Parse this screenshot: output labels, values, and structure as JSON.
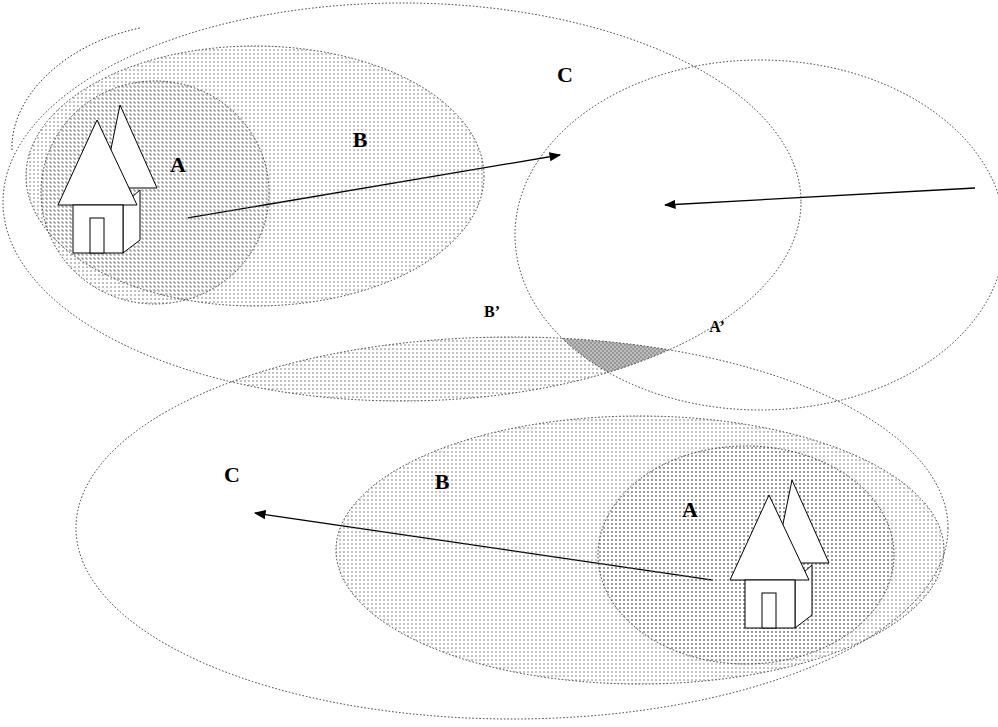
{
  "diagram": {
    "nodes": [
      {
        "text": [
          "C"
        ]
      },
      {
        "text": [
          "B"
        ],
        "in": 0
      },
      {
        "text": [
          "A"
        ],
        "in": 1
      },
      {
        "text": [
          "C"
        ]
      },
      {
        "text": [
          "B"
        ],
        "in": 3
      },
      {
        "text": [
          "A"
        ],
        "in": 4
      }
    ],
    "edges": [
      {
        "from": 2,
        "to": 0,
        "arrow": "to"
      },
      {
        "from": 5,
        "to": 3,
        "arrow": "to"
      }
    ],
    "labels": [
      "B’",
      "A’"
    ]
  }
}
